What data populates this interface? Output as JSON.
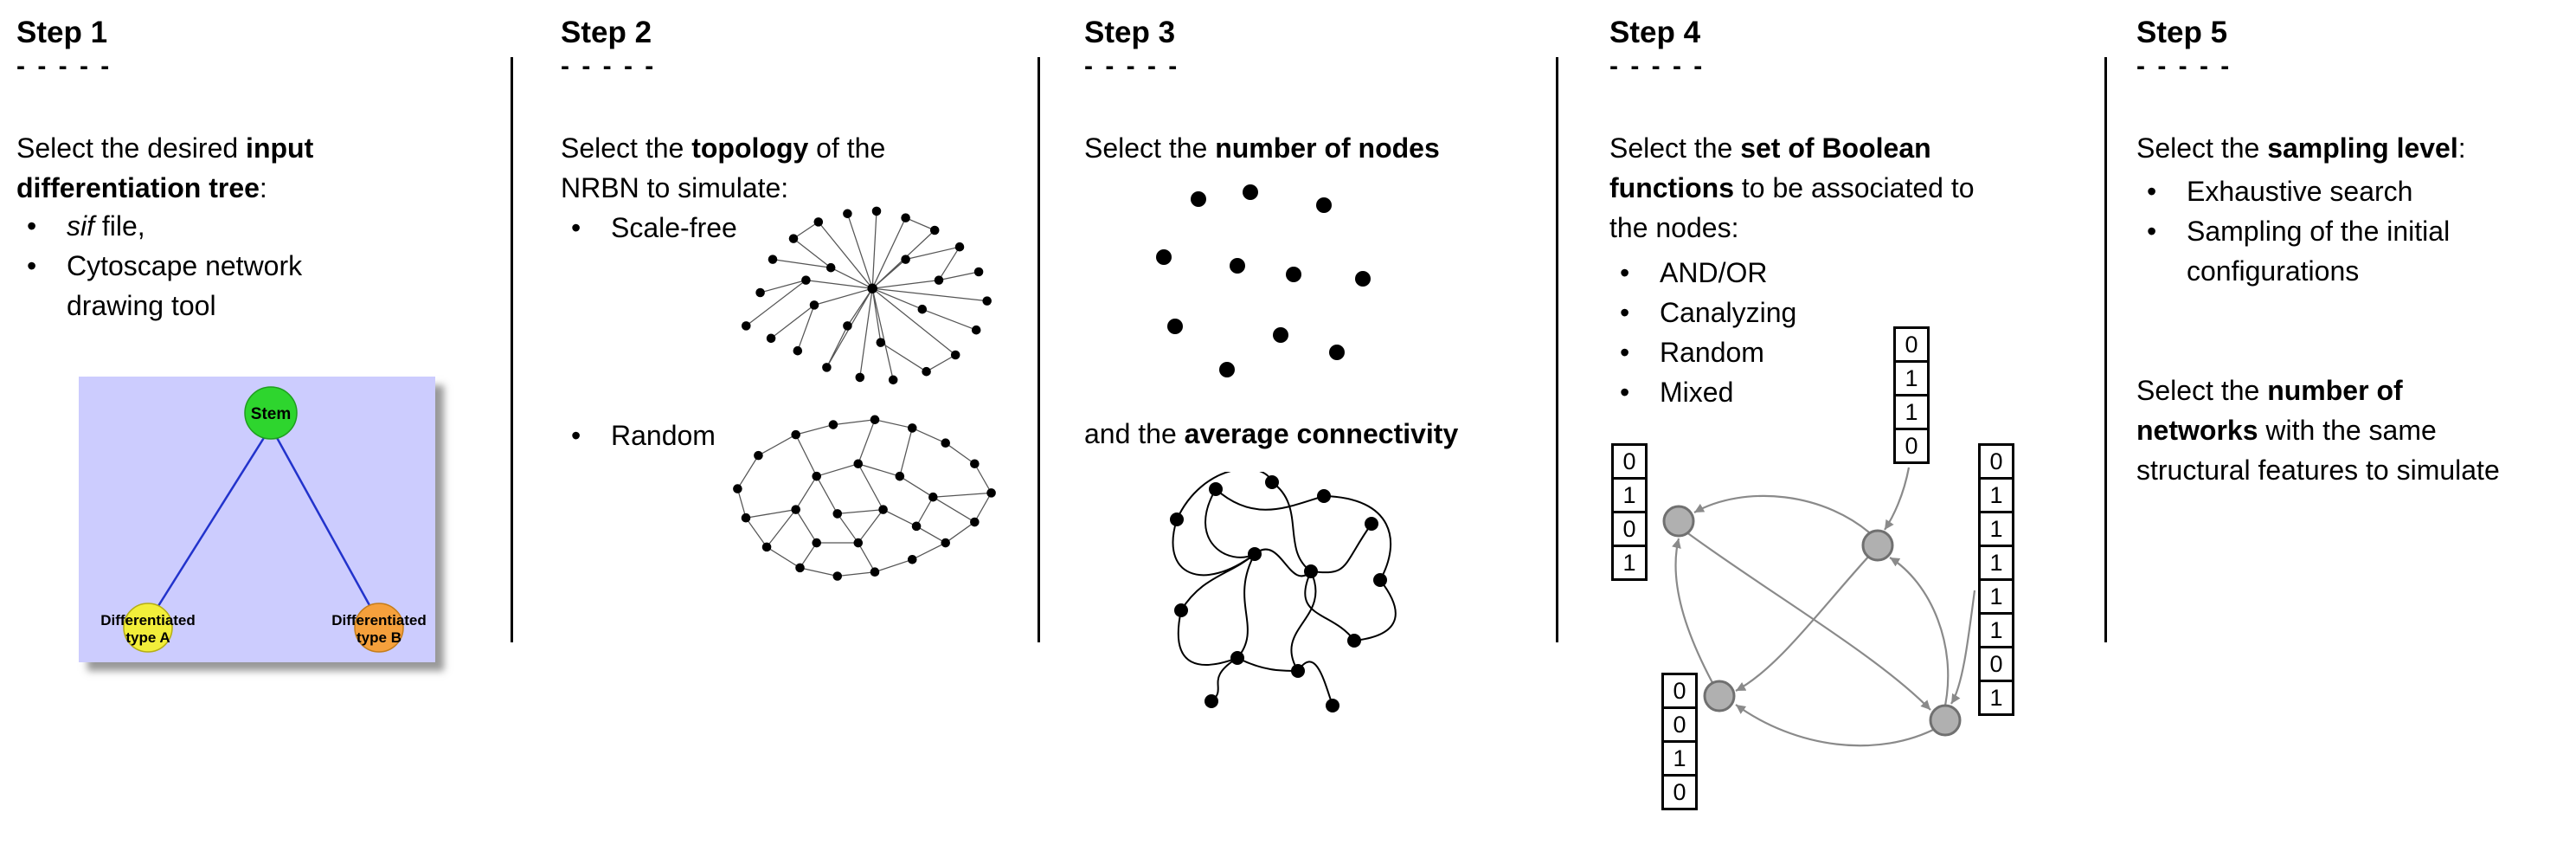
{
  "figure": {
    "dashes": "- - - - -"
  },
  "steps": [
    {
      "title": "Step 1",
      "intro": {
        "l1_pre": "Select the desired ",
        "l1_bold": "input",
        "l2_bold": "differentiation tree",
        "l2_post": ":"
      },
      "bullets": [
        {
          "italic": "sif",
          "rest": " file,"
        },
        {
          "rest": "Cytoscape network drawing tool"
        }
      ],
      "tree": {
        "stem_label": "Stem",
        "type_a_line1": "Differentiated",
        "type_a_line2": "type A",
        "type_b_line1": "Differentiated",
        "type_b_line2": "type B",
        "colors": {
          "background": "#ccccfe",
          "stem": "#2ed52e",
          "type_a": "#f2ee3a",
          "type_b": "#f5a03c",
          "edge": "#2233cc"
        }
      }
    },
    {
      "title": "Step 2",
      "intro": {
        "l1_pre": "Select the ",
        "l1_bold": "topology",
        "l1_post": " of the",
        "l2": "NRBN to simulate:"
      },
      "bullets": [
        {
          "rest": "Scale-free"
        },
        {
          "rest": "Random"
        }
      ]
    },
    {
      "title": "Step 3",
      "intro": {
        "pre": "Select the ",
        "bold": "number of nodes"
      },
      "second": {
        "pre": "and the ",
        "bold": "average connectivity"
      }
    },
    {
      "title": "Step 4",
      "intro": {
        "l1_pre": "Select the ",
        "l1_bold": "set of Boolean",
        "l2_bold": "functions",
        "l2_post": " to be associated to",
        "l3": "the nodes:"
      },
      "bullets": [
        {
          "rest": "AND/OR"
        },
        {
          "rest": "Canalyzing"
        },
        {
          "rest": "Random"
        },
        {
          "rest": "Mixed"
        }
      ],
      "node_color": "#b0b0b0",
      "tables": {
        "top": [
          "0",
          "1",
          "1",
          "0"
        ],
        "left": [
          "0",
          "1",
          "0",
          "1"
        ],
        "bottom_left": [
          "0",
          "0",
          "1",
          "0"
        ],
        "right": [
          "0",
          "1",
          "1",
          "1",
          "1",
          "1",
          "0",
          "1"
        ]
      }
    },
    {
      "title": "Step 5",
      "intro": {
        "pre": "Select the ",
        "bold": "sampling level",
        "post": ":"
      },
      "bullets": [
        {
          "rest": "Exhaustive search"
        },
        {
          "rest": "Sampling of the initial configurations"
        }
      ],
      "second": {
        "l1_pre": "Select the ",
        "l1_bold": "number of",
        "l2_bold": "networks",
        "l2_post": " with the same",
        "l3": "structural features to simulate"
      }
    }
  ]
}
